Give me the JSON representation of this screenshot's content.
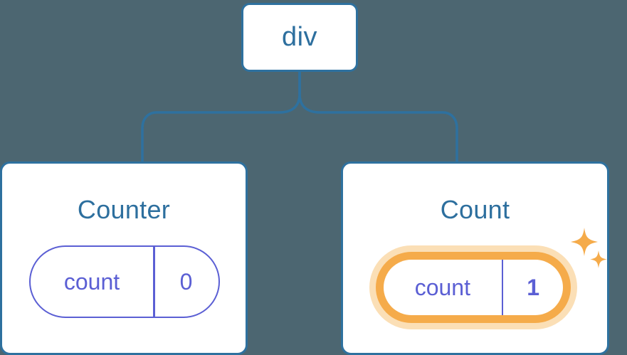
{
  "diagram": {
    "type": "component-tree",
    "background_color": "#4c6671",
    "node_border_color": "#2e719f",
    "title_text_color": "#2d6f9e",
    "state_color": "#5b5fd4",
    "highlight_color": "#f5ab4a",
    "highlight_glow_color": "#fbdfb6",
    "root": {
      "label": "div"
    },
    "children": [
      {
        "title": "Counter",
        "highlighted": false,
        "state": {
          "key": "count",
          "value": "0"
        }
      },
      {
        "title": "Count",
        "highlighted": true,
        "state": {
          "key": "count",
          "value": "1"
        },
        "sparkle_icons": [
          "sparkle-large",
          "sparkle-small"
        ]
      }
    ]
  }
}
